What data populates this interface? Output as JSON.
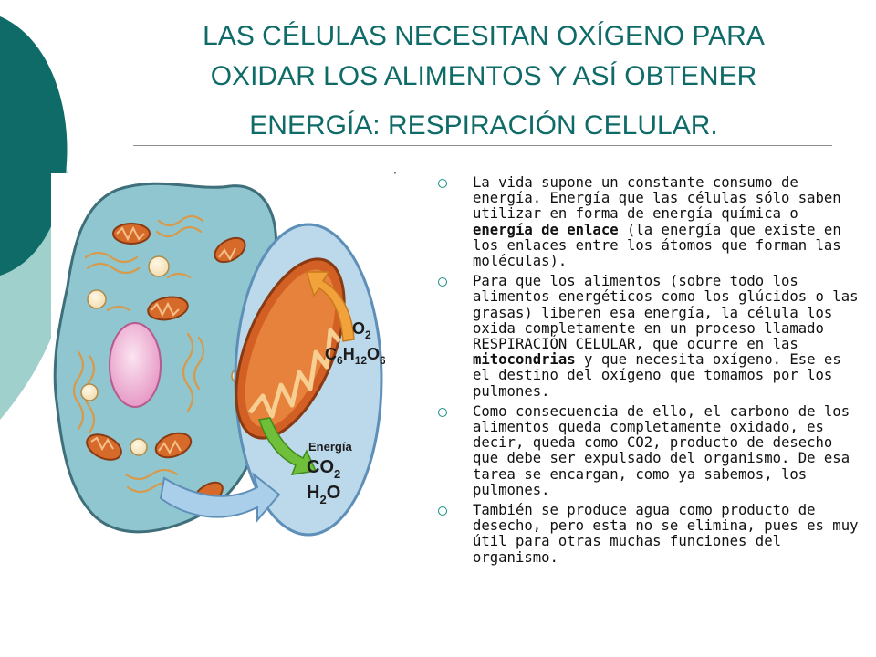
{
  "title": {
    "line1": "LAS CÉLULAS NECESITAN OXÍGENO PARA",
    "line2": "OXIDAR LOS ALIMENTOS Y ASÍ OBTENER",
    "line3": "ENERGÍA: RESPIRACIÓN CELULAR."
  },
  "colors": {
    "teal_dark": "#0f6b68",
    "teal_light": "#9fd0cc",
    "bullet": "#178c86"
  },
  "diagram": {
    "o2": "O",
    "o2_sub": "2",
    "glucose": {
      "c": "C",
      "c_sub": "6",
      "h": "H",
      "h_sub": "12",
      "o": "O",
      "o_sub": "6"
    },
    "energia": "Energía",
    "co2": "CO",
    "co2_sub": "2",
    "h2o_h": "H",
    "h2o_sub": "2",
    "h2o_o": "O"
  },
  "bullets": [
    {
      "parts": [
        "La vida supone un constante consumo de energía. Energía que las células sólo saben utilizar en forma de energía química o ",
        "energía de enlace",
        " (la energía que existe en los enlaces entre los átomos que forman las moléculas)."
      ]
    },
    {
      "parts": [
        "Para que los alimentos (sobre todo los alimentos energéticos como los glúcidos o las grasas) liberen esa energía, la célula los oxida completamente en un proceso llamado RESPIRACIÓN CELULAR, que ocurre en las ",
        "mitocondrias",
        " y que necesita oxígeno. Ese es el destino del oxígeno que tomamos por los pulmones."
      ]
    },
    {
      "text": "Como consecuencia de ello, el carbono de los alimentos queda completamente oxidado, es decir, queda como CO2, producto de desecho que debe ser expulsado del organismo. De esa tarea se encargan, como ya sabemos, los pulmones."
    },
    {
      "text": "También se produce agua como producto de desecho, pero esta no se elimina, pues es muy útil para otras muchas funciones del organismo."
    }
  ]
}
